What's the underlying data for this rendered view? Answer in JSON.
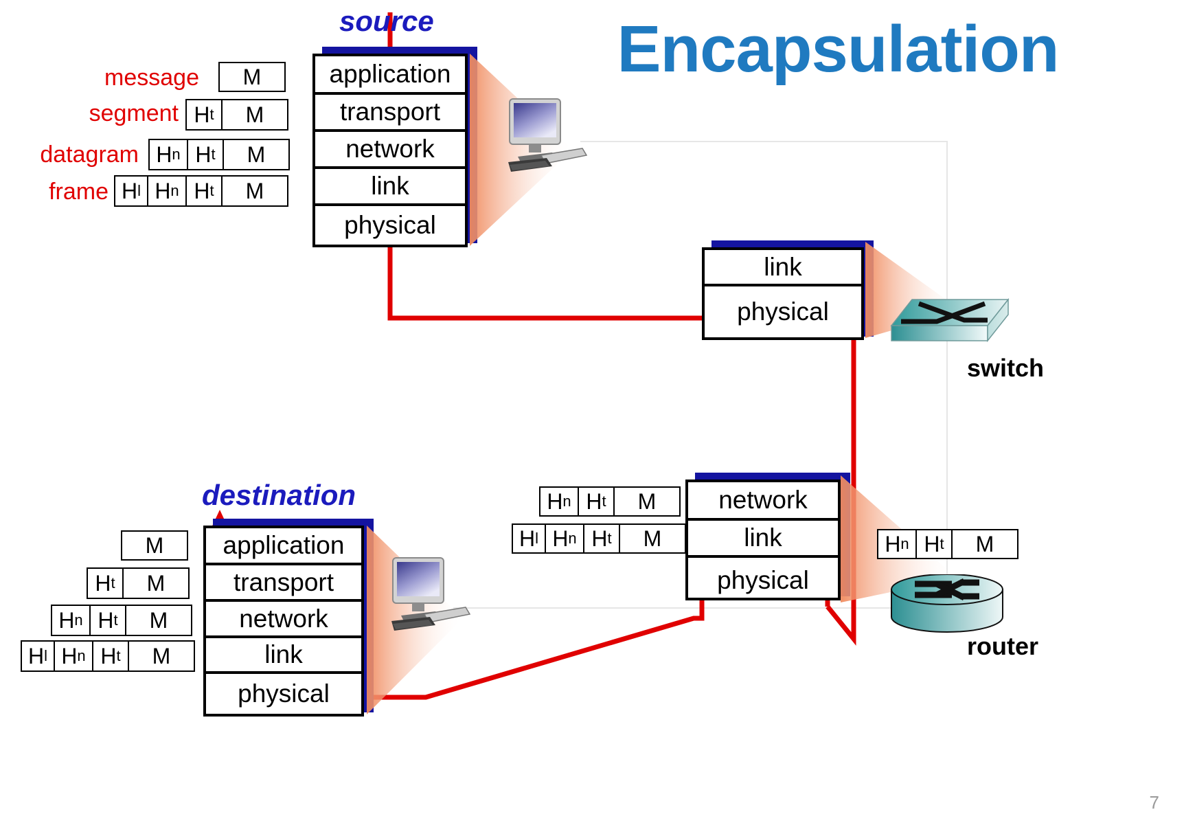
{
  "slide": {
    "title": "Encapsulation",
    "page_number": "7",
    "accent_title_color": "#1f7ac0",
    "label_color": "#1b1bbd",
    "red_color": "#e00000",
    "stack_shadow_color": "#1414a0"
  },
  "nodes": {
    "source": {
      "label": "source",
      "layers": [
        "application",
        "transport",
        "network",
        "link",
        "physical"
      ]
    },
    "destination": {
      "label": "destination",
      "layers": [
        "application",
        "transport",
        "network",
        "link",
        "physical"
      ]
    },
    "switch": {
      "caption": "switch",
      "icon": "switch-icon",
      "layers": [
        "link",
        "physical"
      ]
    },
    "router": {
      "caption": "router",
      "icon": "router-icon",
      "layers": [
        "network",
        "link",
        "physical"
      ]
    }
  },
  "source_pdus": [
    {
      "name": "message",
      "label": "message",
      "cells": [
        "M"
      ]
    },
    {
      "name": "segment",
      "label": "segment",
      "cells": [
        "Ht",
        "M"
      ]
    },
    {
      "name": "datagram",
      "label": "datagram",
      "cells": [
        "Hn",
        "Ht",
        "M"
      ]
    },
    {
      "name": "frame",
      "label": "frame",
      "cells": [
        "Hl",
        "Hn",
        "Ht",
        "M"
      ]
    }
  ],
  "destination_pdus": [
    {
      "name": "message",
      "cells": [
        "M"
      ]
    },
    {
      "name": "segment",
      "cells": [
        "Ht",
        "M"
      ]
    },
    {
      "name": "datagram",
      "cells": [
        "Hn",
        "Ht",
        "M"
      ]
    },
    {
      "name": "frame",
      "cells": [
        "Hl",
        "Hn",
        "Ht",
        "M"
      ]
    }
  ],
  "router_left_pdus": [
    {
      "name": "datagram",
      "cells": [
        "Hn",
        "Ht",
        "M"
      ]
    },
    {
      "name": "frame",
      "cells": [
        "Hl",
        "Hn",
        "Ht",
        "M"
      ]
    }
  ],
  "router_right_pdus": [
    {
      "name": "datagram",
      "cells": [
        "Hn",
        "Ht",
        "M"
      ]
    }
  ],
  "header_glyphs": {
    "M": {
      "base": "M",
      "sub": ""
    },
    "Ht": {
      "base": "H",
      "sub": "t"
    },
    "Hn": {
      "base": "H",
      "sub": "n"
    },
    "Hl": {
      "base": "H",
      "sub": "l"
    }
  }
}
